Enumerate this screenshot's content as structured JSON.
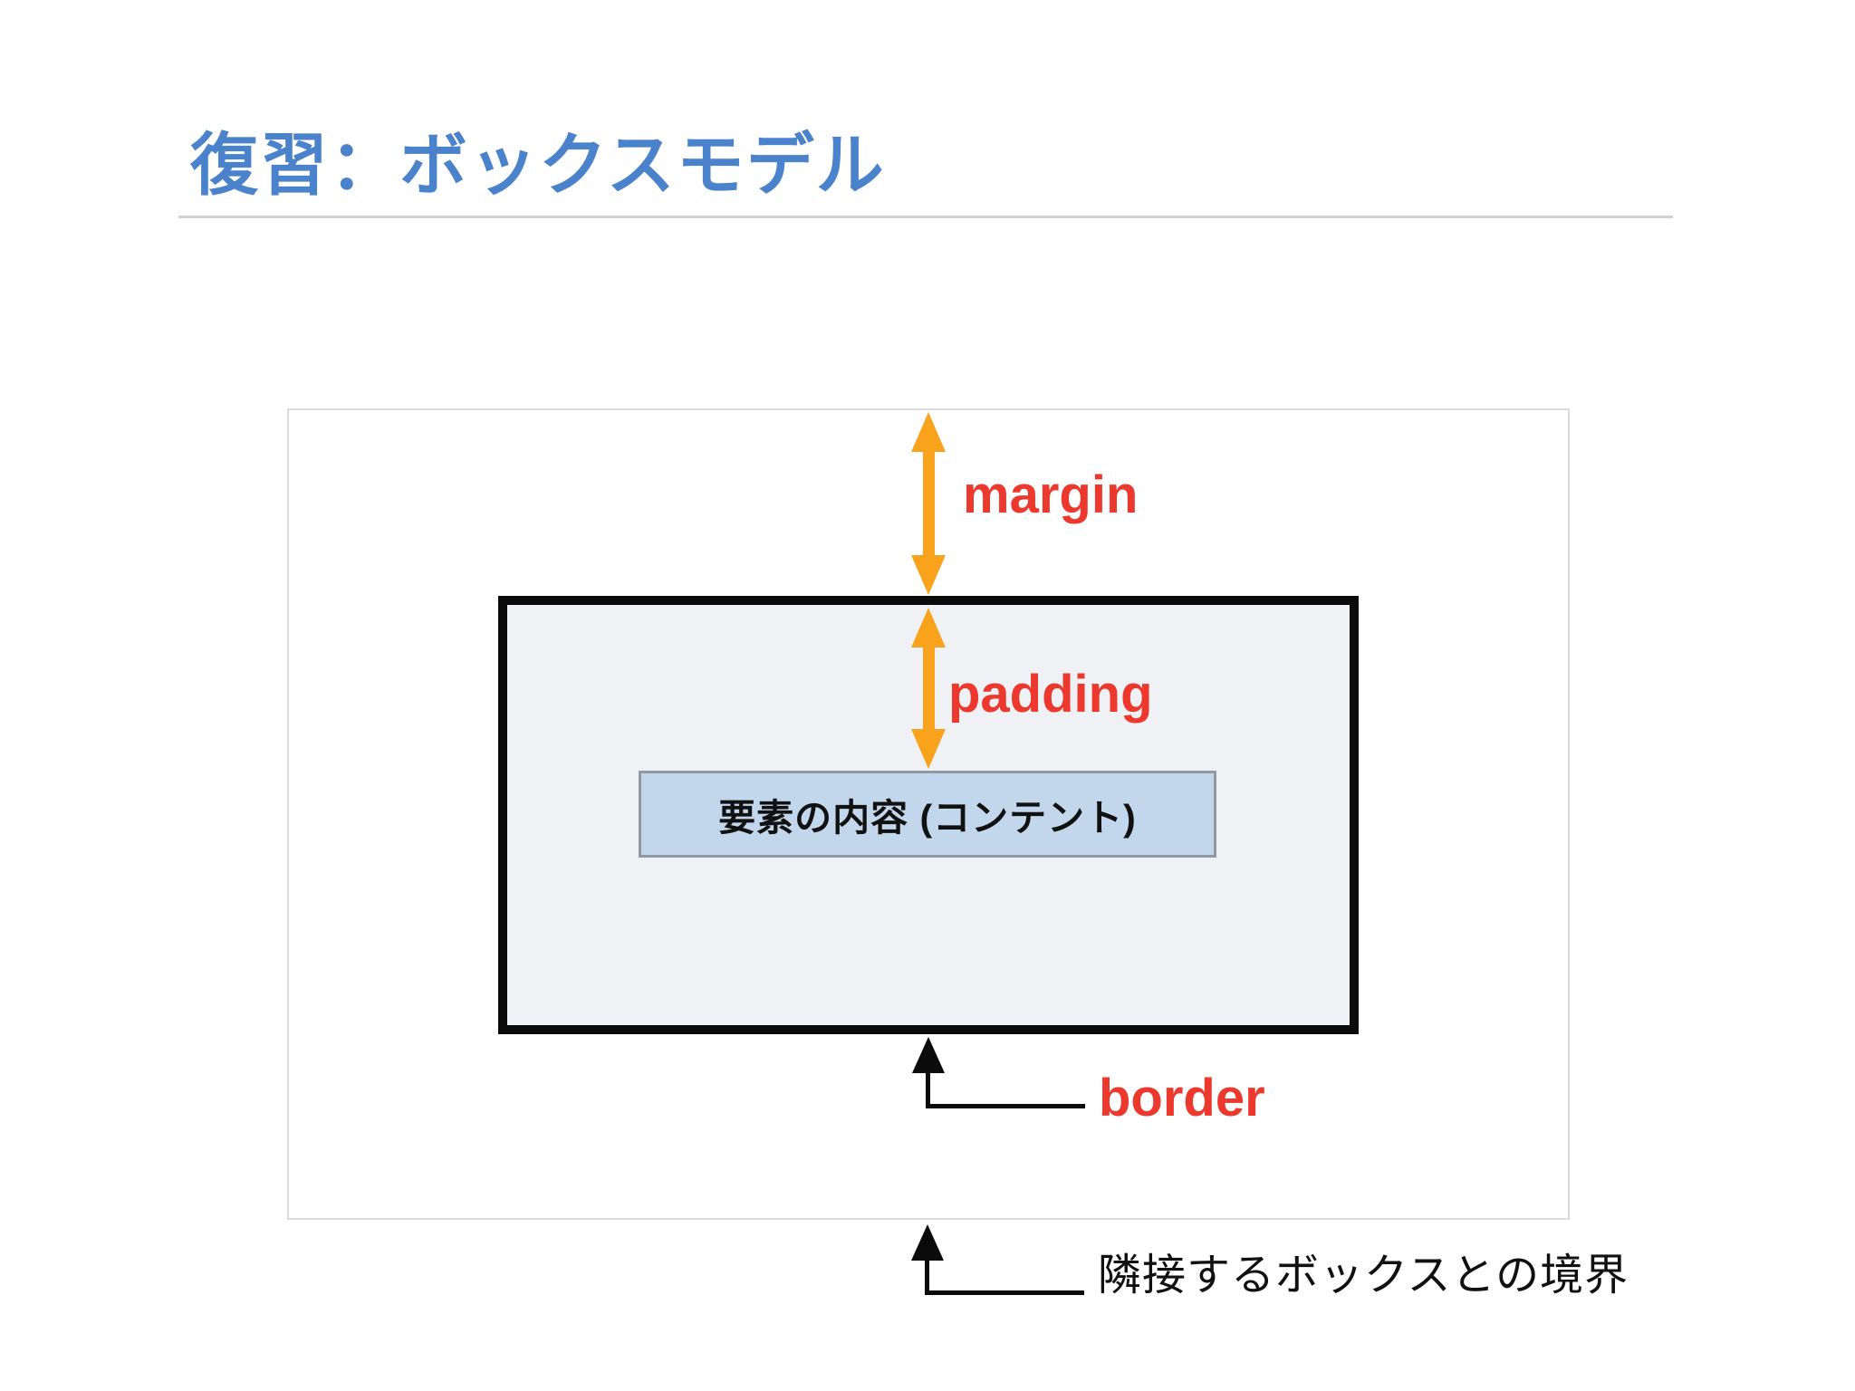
{
  "slide": {
    "title": "復習：ボックスモデル",
    "content_box_label": "要素の内容 (コンテント)",
    "labels": {
      "margin": "margin",
      "padding": "padding",
      "border": "border",
      "adjacent_boundary": "隣接するボックスとの境界"
    },
    "colors": {
      "title_blue": "#4A82CB",
      "label_red": "#ED382D",
      "arrow_orange": "#F9A21B",
      "content_fill": "#C3D7EC",
      "content_border": "#9298A1",
      "element_fill": "#EFF1F4",
      "element_border": "#0B0B0B",
      "margin_box_border": "#DCDCE0",
      "rule_gray": "#D1D1D5"
    }
  }
}
